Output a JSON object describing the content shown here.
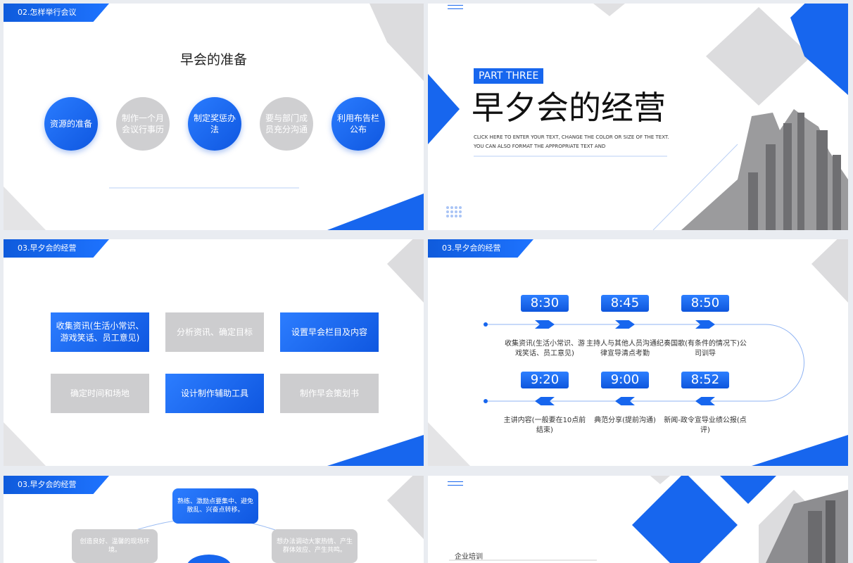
{
  "slide1": {
    "tag": "02.怎样举行会议",
    "title": "早会的准备",
    "circles": [
      {
        "label": "资源的准备"
      },
      {
        "label": "制作一个月会议行事历"
      },
      {
        "label": "制定奖惩办法"
      },
      {
        "label": "要与部门成员充分沟通"
      },
      {
        "label": "利用布告栏公布"
      }
    ]
  },
  "slide2": {
    "part": "PART THREE",
    "title": "早夕会的经营",
    "sub1": "CLICK HERE TO ENTER YOUR TEXT, CHANGE THE COLOR OR SIZE OF THE TEXT.",
    "sub2": "YOU CAN ALSO FORMAT THE APPROPRIATE TEXT AND"
  },
  "slide3": {
    "tag": "03.早夕会的经营",
    "boxes": [
      {
        "label": "收集资讯(生活小常识、游戏笑话、员工意见)"
      },
      {
        "label": "分析资讯、确定目标"
      },
      {
        "label": "设置早会栏目及内容"
      },
      {
        "label": "确定时间和场地"
      },
      {
        "label": "设计制作辅助工具"
      },
      {
        "label": "制作早会策划书"
      }
    ]
  },
  "slide4": {
    "tag": "03.早夕会的经营",
    "top": [
      {
        "time": "8:30",
        "text": "收集资讯(生活小常识、游戏笑话、员工意见)"
      },
      {
        "time": "8:45",
        "text": "主持人与其他人员沟通纪律宣导清点考勤"
      },
      {
        "time": "8:50",
        "text": "奏国歌(有条件的情况下)公司训导"
      }
    ],
    "bottom": [
      {
        "time": "9:20",
        "text": "主讲内容(一般要在10点前结束)"
      },
      {
        "time": "9:00",
        "text": "典范分享(提前沟通)"
      },
      {
        "time": "8:52",
        "text": "新闻-政令宣导业绩公报(点评)"
      }
    ]
  },
  "slide5": {
    "tag": "03.早夕会的经营",
    "top_bubble": "熟练、激励点要集中、避免散乱、兴奋点转移。",
    "left_bubble": "创造良好、温馨的现场环境。",
    "right_bubble": "想办法调动大家热情、产生群体效应、产生共鸣。"
  },
  "slide6": {
    "label": "企业培训"
  },
  "colors": {
    "accent": "#1766ee",
    "gray": "#cdcdcf"
  }
}
